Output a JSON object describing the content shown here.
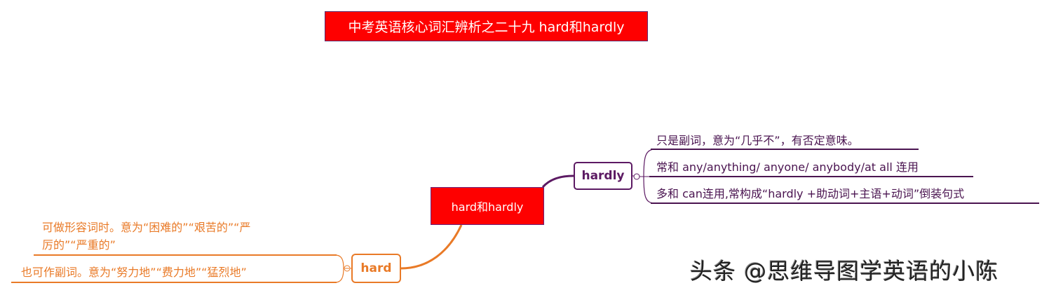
{
  "title": "中考英语核心词汇辨析之二十九 hard和hardly",
  "central_topic": "hard和hardly",
  "branches": {
    "hardly": {
      "label": "hardly",
      "color": "#5c1a63",
      "items": [
        "只是副词，意为“几乎不”，有否定意味。",
        "常和 any/anything/ anyone/ anybody/at all 连用",
        "多和 can连用,常构成“hardly +助动词+主语+动词”倒装句式"
      ]
    },
    "hard": {
      "label": "hard",
      "color": "#e97a27",
      "items": [
        {
          "line1": "可做形容词时。意为“困难的”“艰苦的”“严",
          "line2": "厉的”“严重的”"
        },
        "也可作副词。意为“努力地”“费力地”“猛烈地”"
      ]
    }
  },
  "colors": {
    "title_bg": "#fe0000",
    "central_bg": "#fe0000"
  },
  "watermark": "头条 @思维导图学英语的小陈"
}
